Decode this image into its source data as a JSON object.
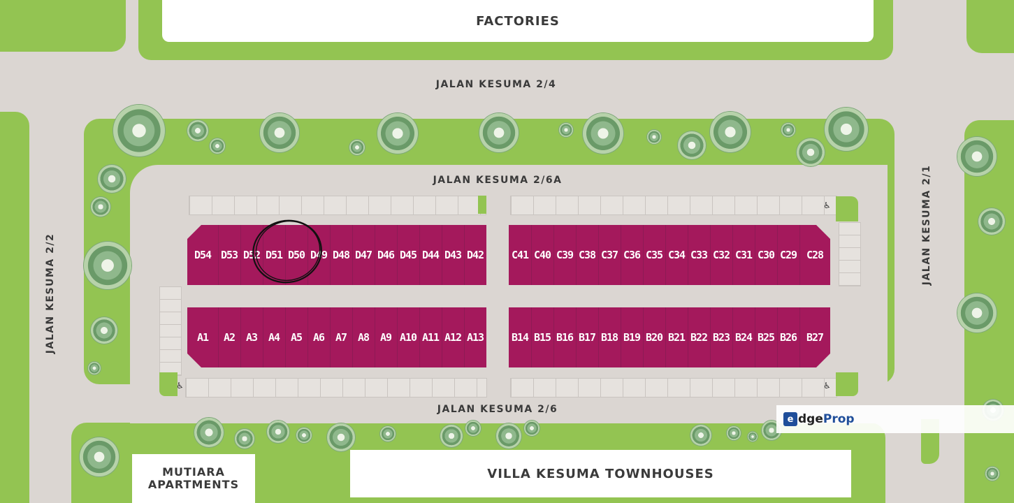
{
  "buildings": {
    "factories": "FACTORIES",
    "mutiara": "MUTIARA\nAPARTMENTS",
    "villa": "VILLA KESUMA TOWNHOUSES"
  },
  "streets": {
    "top": "JALAN KESUMA 2/4",
    "inner": "JALAN KESUMA 2/6A",
    "bottom": "JALAN KESUMA 2/6",
    "left": "JALAN KESUMA 2/2",
    "right": "JALAN KESUMA 2/1"
  },
  "lots": {
    "d_row": [
      "D54",
      "D53",
      "D52",
      "D51",
      "D50",
      "D49",
      "D48",
      "D47",
      "D46",
      "D45",
      "D44",
      "D43",
      "D42"
    ],
    "c_row": [
      "C41",
      "C40",
      "C39",
      "C38",
      "C37",
      "C36",
      "C35",
      "C34",
      "C33",
      "C32",
      "C31",
      "C30",
      "C29",
      "C28"
    ],
    "a_row": [
      "A1",
      "A2",
      "A3",
      "A4",
      "A5",
      "A6",
      "A7",
      "A8",
      "A9",
      "A10",
      "A11",
      "A12",
      "A13"
    ],
    "b_row": [
      "B14",
      "B15",
      "B16",
      "B17",
      "B18",
      "B19",
      "B20",
      "B21",
      "B22",
      "B23",
      "B24",
      "B25",
      "B26",
      "B27"
    ]
  },
  "highlighted_lot": "D51",
  "watermark": {
    "badge": "e",
    "brand_a": "dge",
    "brand_b": "Prop"
  },
  "colors": {
    "lot": "#a4195c",
    "grass": "#93c452",
    "road": "#dbd6d2",
    "brand": "#1f4e9a"
  },
  "icons": {
    "accessible_parking": "wheelchair-icon"
  }
}
